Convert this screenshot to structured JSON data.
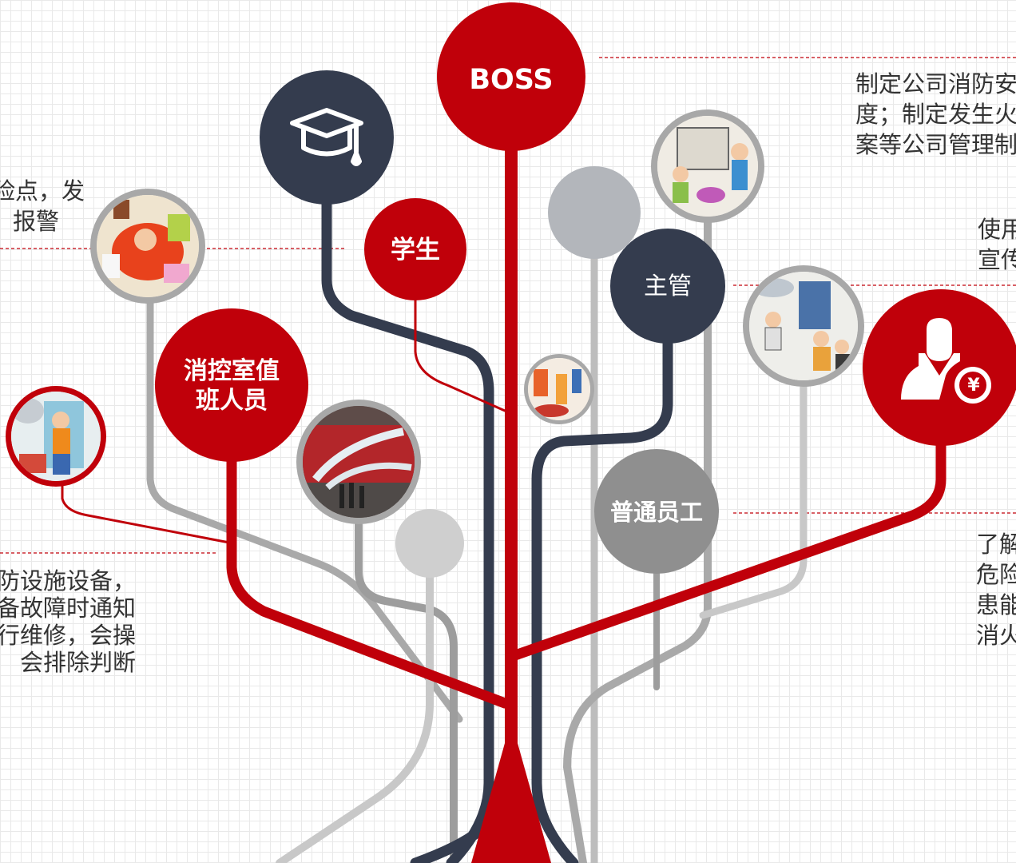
{
  "nodes": {
    "boss": "BOSS",
    "student": "学生",
    "supervisor": "主管",
    "control_room_line1": "消控室值",
    "control_room_line2": "班人员",
    "employee": "普通员工",
    "currency_symbol": "¥"
  },
  "notes": {
    "boss": [
      "制定公司消防安",
      "度；制定发生火",
      "案等公司管理制"
    ],
    "supervisor": [
      "使用",
      "宣传"
    ],
    "employee": [
      "了解",
      "危险",
      "患能",
      "消火"
    ],
    "top_left": [
      "险点，发",
      "报警"
    ],
    "bottom_left": [
      "防设施设备，",
      "备故障时通知",
      "行维修，会操",
      "会排除判断"
    ]
  },
  "icons": [
    "graduation-cap-icon",
    "businessman-money-icon"
  ],
  "colors": {
    "red": "#c0000a",
    "navy": "#343c4e",
    "gray": "#9d9d9d",
    "light_gray": "#c8c8c8",
    "slate_gray": "#8f8f8f"
  }
}
